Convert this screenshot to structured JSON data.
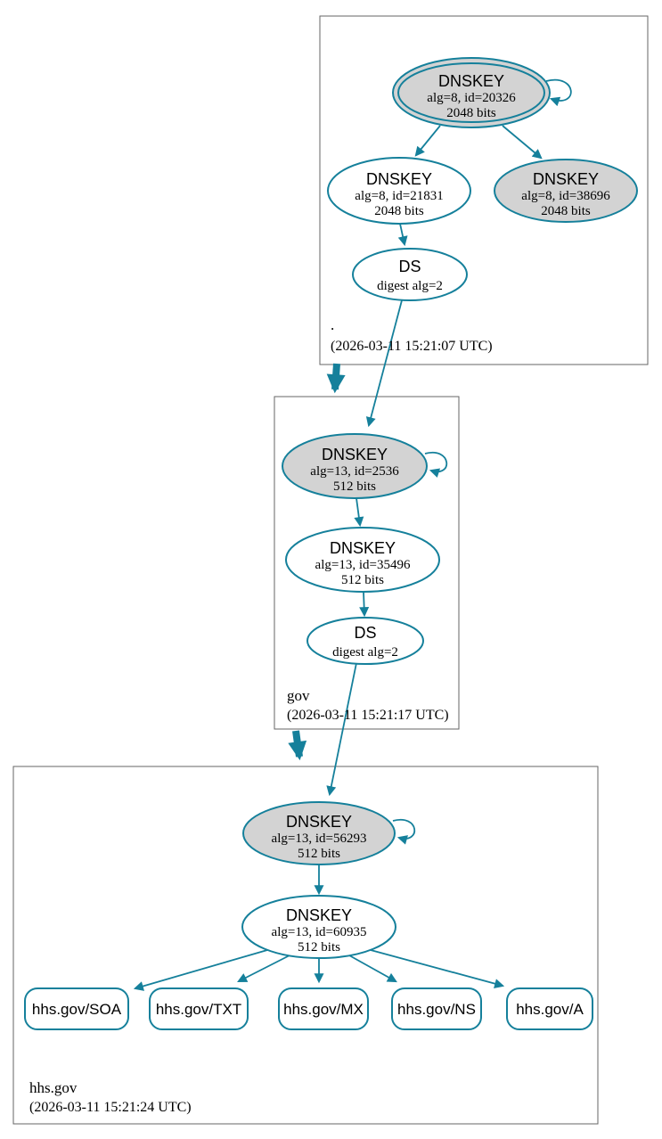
{
  "colors": {
    "teal": "#15809b",
    "ksk_fill": "#d3d3d3",
    "box_border": "#666666"
  },
  "zones": [
    {
      "label": ".",
      "timestamp": "(2026-03-11 15:21:07 UTC)",
      "nodes": {
        "ksk": {
          "title": "DNSKEY",
          "detail1": "alg=8, id=20326",
          "detail2": "2048 bits"
        },
        "zsk": {
          "title": "DNSKEY",
          "detail1": "alg=8, id=21831",
          "detail2": "2048 bits"
        },
        "extra": {
          "title": "DNSKEY",
          "detail1": "alg=8, id=38696",
          "detail2": "2048 bits"
        },
        "ds": {
          "title": "DS",
          "detail1": "digest alg=2"
        }
      }
    },
    {
      "label": "gov",
      "timestamp": "(2026-03-11 15:21:17 UTC)",
      "nodes": {
        "ksk": {
          "title": "DNSKEY",
          "detail1": "alg=13, id=2536",
          "detail2": "512 bits"
        },
        "zsk": {
          "title": "DNSKEY",
          "detail1": "alg=13, id=35496",
          "detail2": "512 bits"
        },
        "ds": {
          "title": "DS",
          "detail1": "digest alg=2"
        }
      }
    },
    {
      "label": "hhs.gov",
      "timestamp": "(2026-03-11 15:21:24 UTC)",
      "nodes": {
        "ksk": {
          "title": "DNSKEY",
          "detail1": "alg=13, id=56293",
          "detail2": "512 bits"
        },
        "zsk": {
          "title": "DNSKEY",
          "detail1": "alg=13, id=60935",
          "detail2": "512 bits"
        }
      },
      "rrsets": [
        "hhs.gov/SOA",
        "hhs.gov/TXT",
        "hhs.gov/MX",
        "hhs.gov/NS",
        "hhs.gov/A"
      ]
    }
  ]
}
